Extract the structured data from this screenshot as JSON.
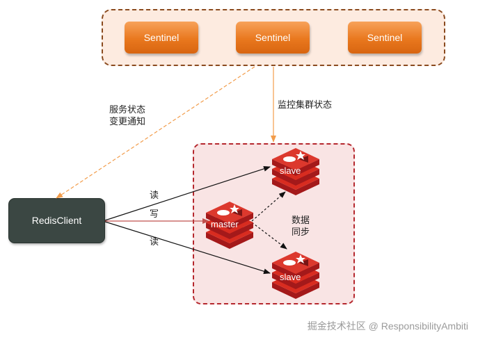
{
  "sentinels": [
    "Sentinel",
    "Sentinel",
    "Sentinel"
  ],
  "client": "RedisClient",
  "nodes": {
    "master": "master",
    "slave_top": "slave",
    "slave_bottom": "slave"
  },
  "labels": {
    "notify_line1": "服务状态",
    "notify_line2": "变更通知",
    "monitor": "监控集群状态",
    "read_top": "读",
    "write": "写",
    "read_bottom": "读",
    "sync_line1": "数据",
    "sync_line2": "同步"
  },
  "watermark": "掘金技术社区 @ ResponsibilityAmbiti",
  "colors": {
    "sentinel": "#e9781e",
    "redis": "#c8201f",
    "client": "#3b4743",
    "write_arrow": "#c0504d",
    "notify_arrow": "#f29c4a"
  },
  "icons": {
    "redis": "redis-stack-icon"
  }
}
